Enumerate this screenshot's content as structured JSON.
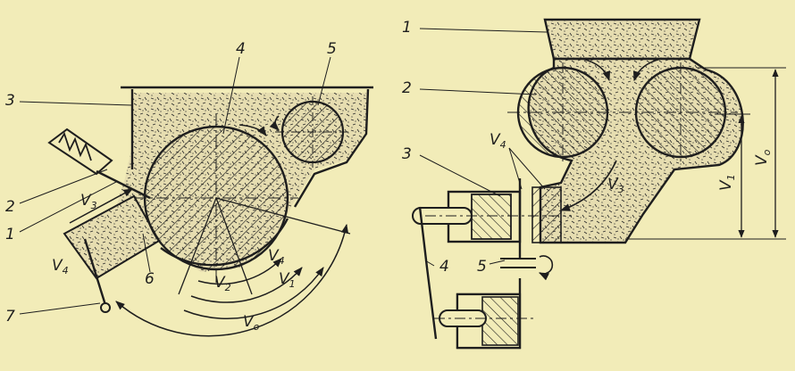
{
  "colors": {
    "background": "#f2ecb8",
    "ink": "#1e1e1e",
    "material": "#e6ddb0"
  },
  "left_diagram": {
    "labels": {
      "n1": "1",
      "n2": "2",
      "n3": "3",
      "n4": "4",
      "n5": "5",
      "n6": "6",
      "n7": "7"
    },
    "velocities": {
      "v3": "V",
      "v3_sub": "3",
      "v4": "V",
      "v4_sub": "4",
      "v2": "V",
      "v2_sub": "2",
      "v1": "V",
      "v1_sub": "1",
      "v4b": "V",
      "v4b_sub": "4",
      "v0": "V",
      "v0_sub": "o"
    }
  },
  "right_diagram": {
    "labels": {
      "n1": "1",
      "n2": "2",
      "n3": "3",
      "n4": "4",
      "n5": "5"
    },
    "velocities": {
      "v4": "V",
      "v4_sub": "4",
      "v3": "V",
      "v3_sub": "3",
      "v1": "V",
      "v1_sub": "1",
      "v0": "V",
      "v0_sub": "o"
    }
  }
}
